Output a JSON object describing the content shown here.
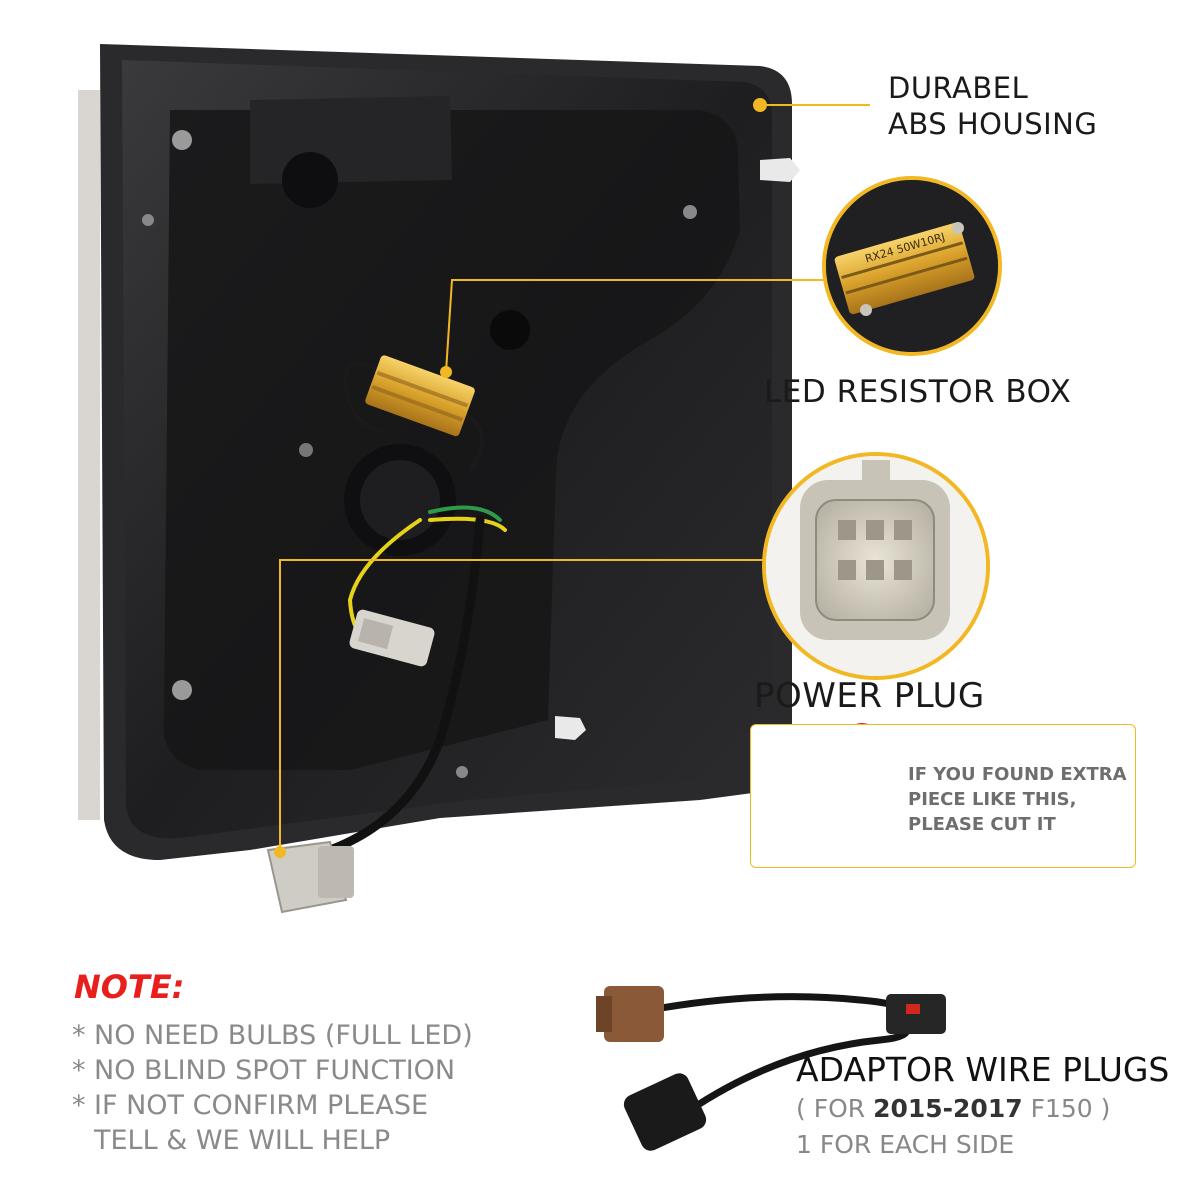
{
  "callouts": {
    "housing": {
      "line1": "DURABEL",
      "line2": "ABS HOUSING"
    },
    "resistor": {
      "label": "LED RESISTOR BOX",
      "marking": "RX24 50W10RJ"
    },
    "plug": {
      "label": "POWER PLUG"
    },
    "cut_note": {
      "line1": "IF YOU FOUND EXTRA",
      "line2": "PIECE LIKE THIS,",
      "line3": "PLEASE CUT IT"
    }
  },
  "note": {
    "title": "NOTE:",
    "items": [
      "NO NEED BULBS (FULL LED)",
      "NO BLIND SPOT FUNCTION",
      "IF NOT CONFIRM PLEASE",
      "TELL & WE WILL HELP"
    ]
  },
  "adaptor": {
    "title": "ADAPTOR WIRE PLUGS",
    "for_open": "( FOR ",
    "years": "2015-2017",
    "model": "F150",
    "for_close": " )",
    "each": "1 FOR EACH SIDE"
  },
  "colors": {
    "accent": "#f2b824",
    "note_red": "#e8201d",
    "housing": "#1c1c1e"
  }
}
